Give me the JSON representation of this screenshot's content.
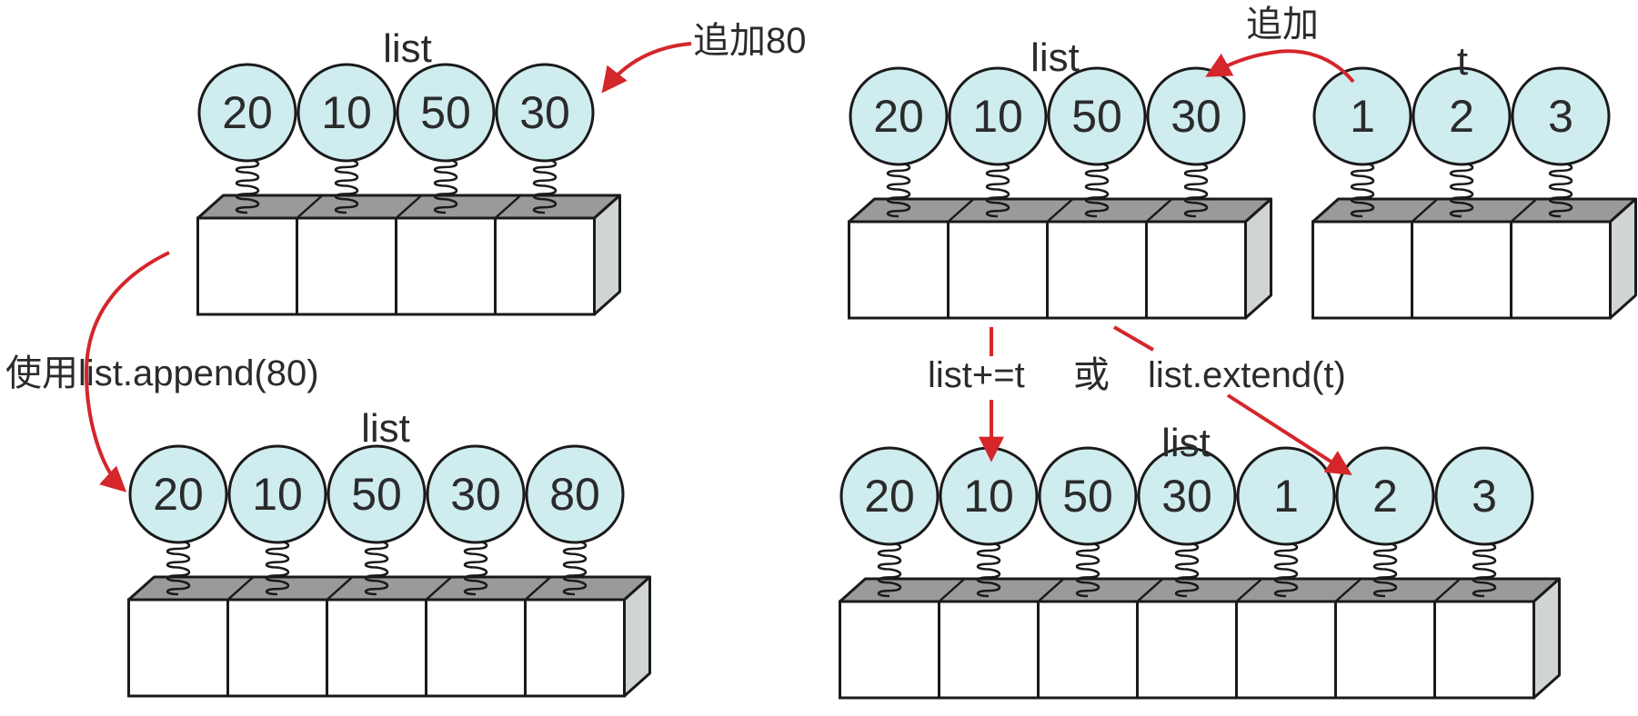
{
  "panels": {
    "append_before": {
      "title": "list",
      "items": [
        "20",
        "10",
        "50",
        "30"
      ]
    },
    "append_after": {
      "title": "list",
      "items": [
        "20",
        "10",
        "50",
        "30",
        "80"
      ]
    },
    "extend_list": {
      "title": "list",
      "items": [
        "20",
        "10",
        "50",
        "30"
      ]
    },
    "extend_t": {
      "title": "t",
      "items": [
        "1",
        "2",
        "3"
      ]
    },
    "extend_result": {
      "title": "list",
      "items": [
        "20",
        "10",
        "50",
        "30",
        "1",
        "2",
        "3"
      ]
    }
  },
  "annotations": {
    "add_80": "追加80",
    "append_call": "使用list.append(80)",
    "add": "追加",
    "plus_eq": "list+=t",
    "or": "或",
    "extend_call": "list.extend(t)"
  },
  "colors": {
    "ball_fill": "#cfecef",
    "outline": "#1a1a1a",
    "box_top": "#9a9a9a",
    "box_side": "#d0d4d4",
    "arrow": "#d4262b"
  }
}
